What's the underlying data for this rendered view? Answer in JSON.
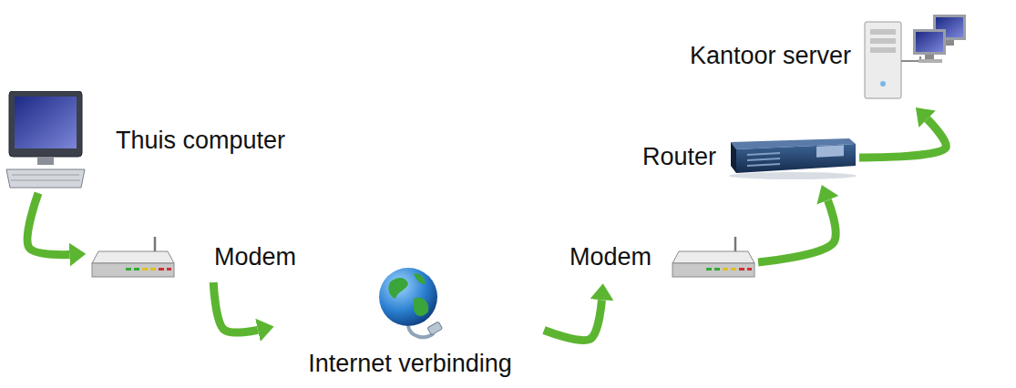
{
  "diagram": {
    "nodes": [
      {
        "text": [
          "Thuis computer"
        ]
      },
      {
        "text": [
          "Modem"
        ]
      },
      {
        "text": [
          "Internet verbinding"
        ]
      },
      {
        "text": [
          "Modem"
        ]
      },
      {
        "text": [
          "Router"
        ]
      },
      {
        "text": [
          "Kantoor server"
        ]
      }
    ],
    "edges": [
      {
        "from": 0,
        "to": 1,
        "arrow": "to"
      },
      {
        "from": 1,
        "to": 2,
        "arrow": "to"
      },
      {
        "from": 2,
        "to": 3,
        "arrow": "to"
      },
      {
        "from": 3,
        "to": 4,
        "arrow": "to"
      },
      {
        "from": 4,
        "to": 5,
        "arrow": "to"
      }
    ]
  }
}
